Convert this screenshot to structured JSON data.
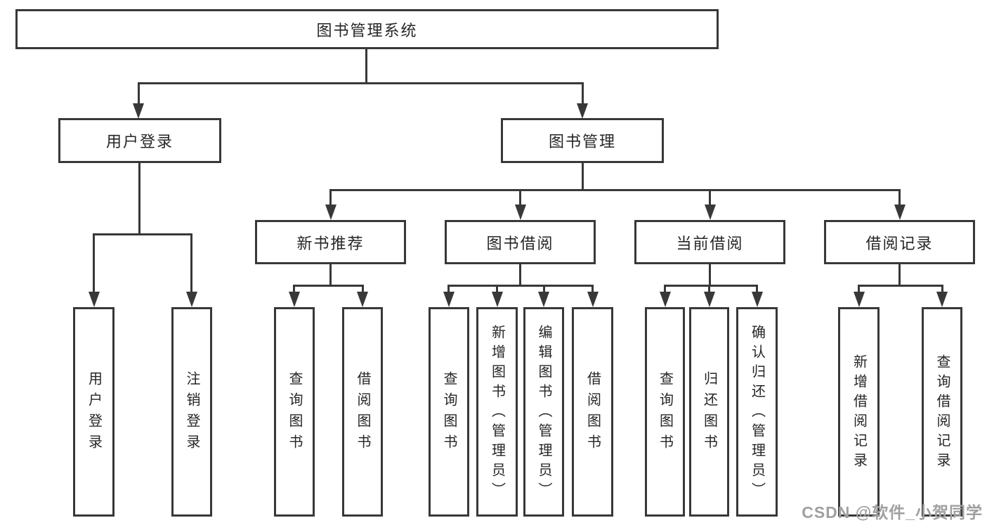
{
  "diagram": {
    "type": "hierarchy-tree",
    "title": "图书管理系统",
    "watermark": "CSDN @软件_小贺同学",
    "colors": {
      "line": "#383838",
      "text": "#262626",
      "background": "#ffffff",
      "watermark": "#a0a0a0"
    },
    "tree": {
      "label": "图书管理系统",
      "children": [
        {
          "label": "用户登录",
          "children": [
            {
              "label": "用户登录"
            },
            {
              "label": "注销登录"
            }
          ]
        },
        {
          "label": "图书管理",
          "children": [
            {
              "label": "新书推荐",
              "children": [
                {
                  "label": "查询图书"
                },
                {
                  "label": "借阅图书"
                }
              ]
            },
            {
              "label": "图书借阅",
              "children": [
                {
                  "label": "查询图书"
                },
                {
                  "label": "新增图书（管理员）"
                },
                {
                  "label": "编辑图书（管理员）"
                },
                {
                  "label": "借阅图书"
                }
              ]
            },
            {
              "label": "当前借阅",
              "children": [
                {
                  "label": "查询图书"
                },
                {
                  "label": "归还图书"
                },
                {
                  "label": "确认归还（管理员）"
                }
              ]
            },
            {
              "label": "借阅记录",
              "children": [
                {
                  "label": "新增借阅记录"
                },
                {
                  "label": "查询借阅记录"
                }
              ]
            }
          ]
        }
      ]
    }
  }
}
